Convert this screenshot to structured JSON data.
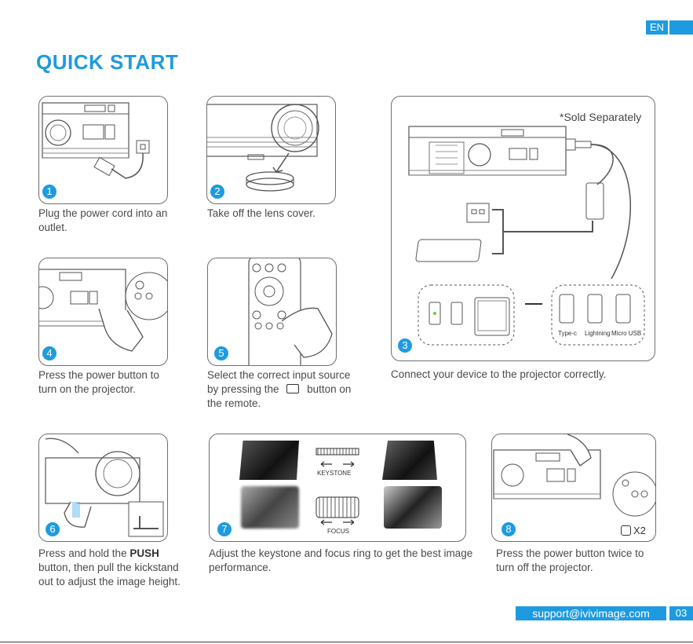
{
  "header": {
    "language": "EN",
    "title": "QUICK START"
  },
  "steps": [
    {
      "number": "1",
      "caption_lines": [
        "Plug the power cord into an",
        "outlet."
      ]
    },
    {
      "number": "2",
      "caption_lines": [
        "Take off the lens cover."
      ]
    },
    {
      "number": "3",
      "caption_lines": [
        "Connect your device to the projector correctly."
      ],
      "note": "*Sold Separately",
      "connector_labels": [
        "Type-c",
        "Lightning",
        "Micro USB"
      ]
    },
    {
      "number": "4",
      "caption_lines": [
        "Press the power button to",
        "turn on the projector."
      ]
    },
    {
      "number": "5",
      "caption_lines": [
        "Select the correct input source",
        "by pressing the",
        "button on",
        "the remote."
      ]
    },
    {
      "number": "6",
      "caption_lines": [
        "Press and hold the",
        "PUSH",
        "button, then pull the kickstand",
        "out to adjust the image height."
      ]
    },
    {
      "number": "7",
      "caption_lines": [
        "Adjust the keystone and focus ring to get the best image",
        "performance."
      ],
      "labels": [
        "KEYSTONE",
        "FOCUS"
      ]
    },
    {
      "number": "8",
      "caption_lines": [
        "Press the power button twice to",
        "turn off the projector."
      ],
      "multiplier": "X2"
    }
  ],
  "footer": {
    "support": "support@ivivimage.com",
    "page": "03"
  },
  "colors": {
    "accent": "#1e9be0",
    "line": "#6f6f6f",
    "text": "#4a4a4a"
  },
  "icons": [
    "power-icon",
    "input-source-icon",
    "usb-icon",
    "apple-icon",
    "android-icon"
  ]
}
